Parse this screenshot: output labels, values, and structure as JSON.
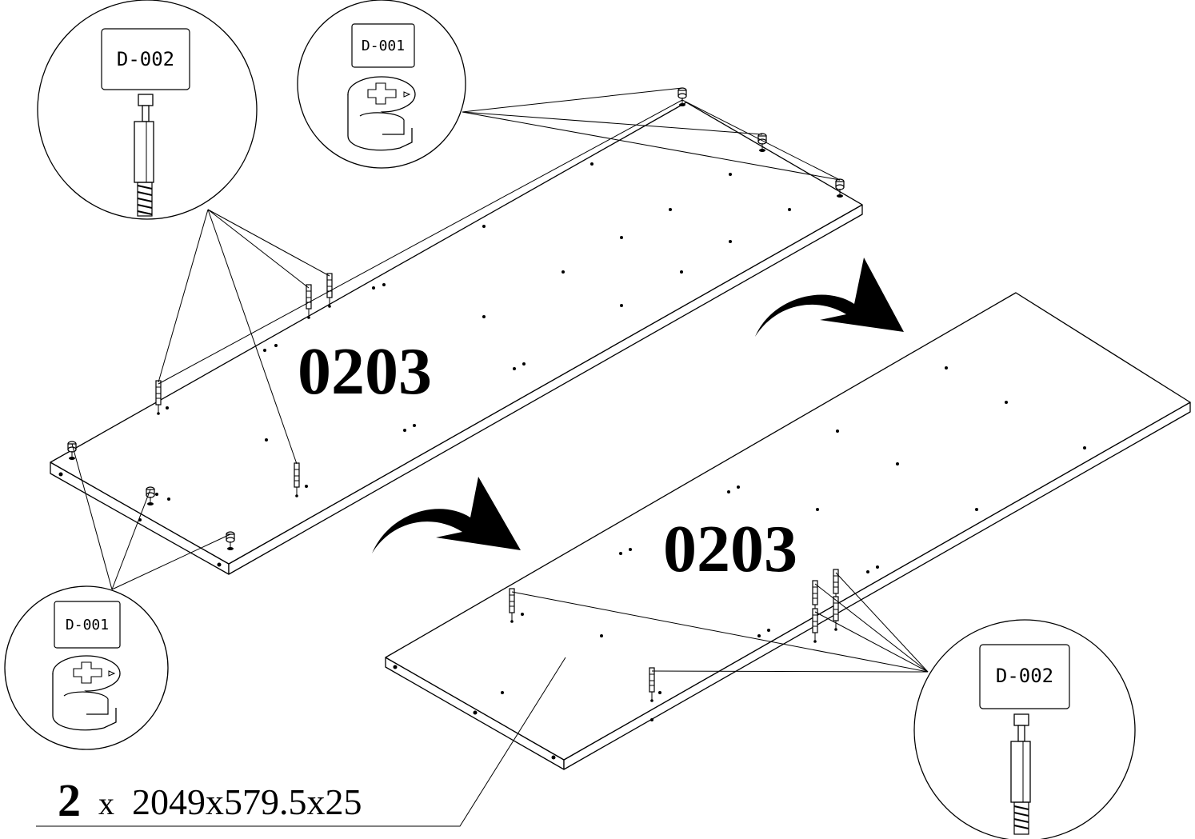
{
  "panel_top": {
    "part_number": "0203"
  },
  "panel_bottom": {
    "part_number": "0203"
  },
  "callouts": {
    "top_left": {
      "label": "D-002",
      "icon": "dowel-icon"
    },
    "top_mid": {
      "label": "D-001",
      "icon": "cam-lock-icon"
    },
    "bottom_left": {
      "label": "D-001",
      "icon": "cam-lock-icon"
    },
    "bottom_right": {
      "label": "D-002",
      "icon": "dowel-icon"
    }
  },
  "quantity": {
    "count": "2",
    "times": "x",
    "dimensions": "2049x579.5x25"
  },
  "arrows": {
    "icon": "flip-arrow-icon",
    "count": 2
  }
}
